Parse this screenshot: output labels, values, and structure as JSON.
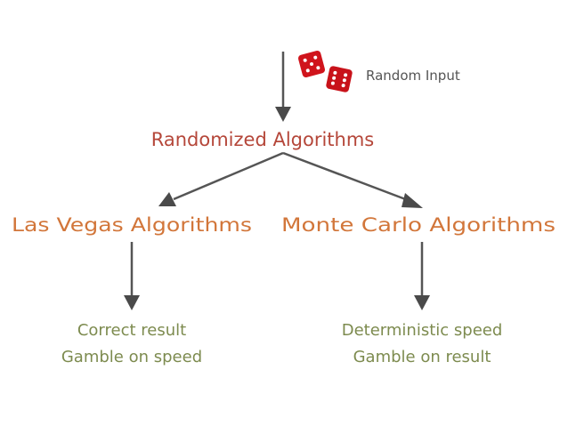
{
  "input_label": "Random Input",
  "root": "Randomized Algorithms",
  "branches": [
    {
      "title": "Las Vegas Algorithms",
      "lines": [
        "Correct result",
        "Gamble on speed"
      ]
    },
    {
      "title": "Monte Carlo Algorithms",
      "lines": [
        "Deterministic speed",
        "Gamble on result"
      ]
    }
  ],
  "colors": {
    "root": "#b5473a",
    "branch": "#d2763a",
    "property": "#7d8b4f",
    "arrow": "#4a4a4a",
    "label": "#555555",
    "dice": "#d0141c"
  },
  "icons": {
    "input": "dice-icon"
  }
}
